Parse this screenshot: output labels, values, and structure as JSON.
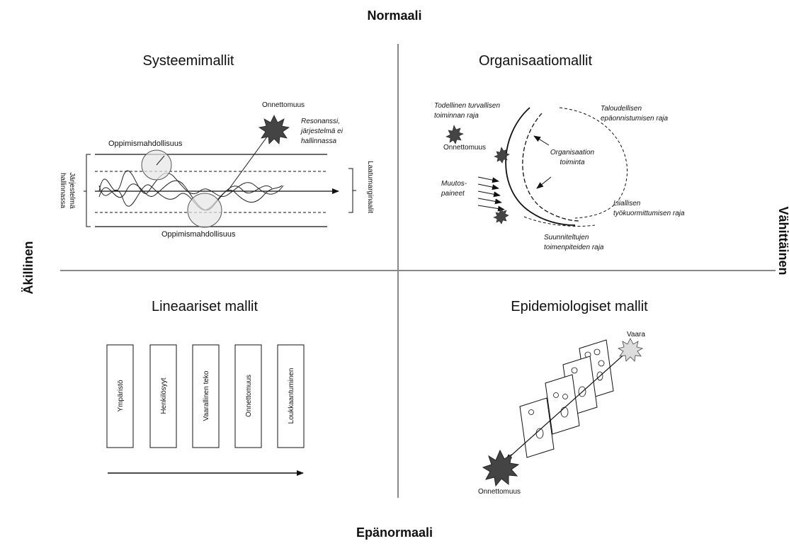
{
  "axes": {
    "top": "Normaali",
    "bottom": "Epänormaali",
    "left": "Äkillinen",
    "right": "Vähittäinen"
  },
  "quadrants": {
    "systemic": {
      "title": "Systeemimallit",
      "accident": "Onnettomuus",
      "resonance": [
        "Resonanssi,",
        "järjestelmä ei",
        "hallinnassa"
      ],
      "learning_top": "Oppimismahdollisuus",
      "learning_bottom": "Oppimismahdollisuus",
      "control_label": [
        "Järjestelmä",
        "hallinnassa"
      ],
      "quality_margin": "Laatumarginaalit"
    },
    "organisational": {
      "title": "Organisaatiomallit",
      "real_boundary": [
        "Todellinen turvallisen",
        "toiminnan raja"
      ],
      "economic_boundary": [
        "Taloudellisen",
        "epäonnistumisen raja"
      ],
      "accident": "Onnettomuus",
      "org_activity": [
        "Organisaation",
        "toiminta"
      ],
      "change_pressure": [
        "Muutos-",
        "paineet"
      ],
      "workload_boundary": [
        "Liiallisen",
        "työkuormittumisen raja"
      ],
      "planned_boundary": [
        "Suunniteltujen",
        "toimenpiteiden raja"
      ]
    },
    "linear": {
      "title": "Lineaariset mallit",
      "boxes": [
        "Ympäristö",
        "Henkilösyyt",
        "Vaarallinen teko",
        "Onnettomuus",
        "Loukkaantuminen"
      ]
    },
    "epidemiological": {
      "title": "Epidemiologiset mallit",
      "hazard": "Vaara",
      "accident": "Onnettomuus"
    }
  }
}
